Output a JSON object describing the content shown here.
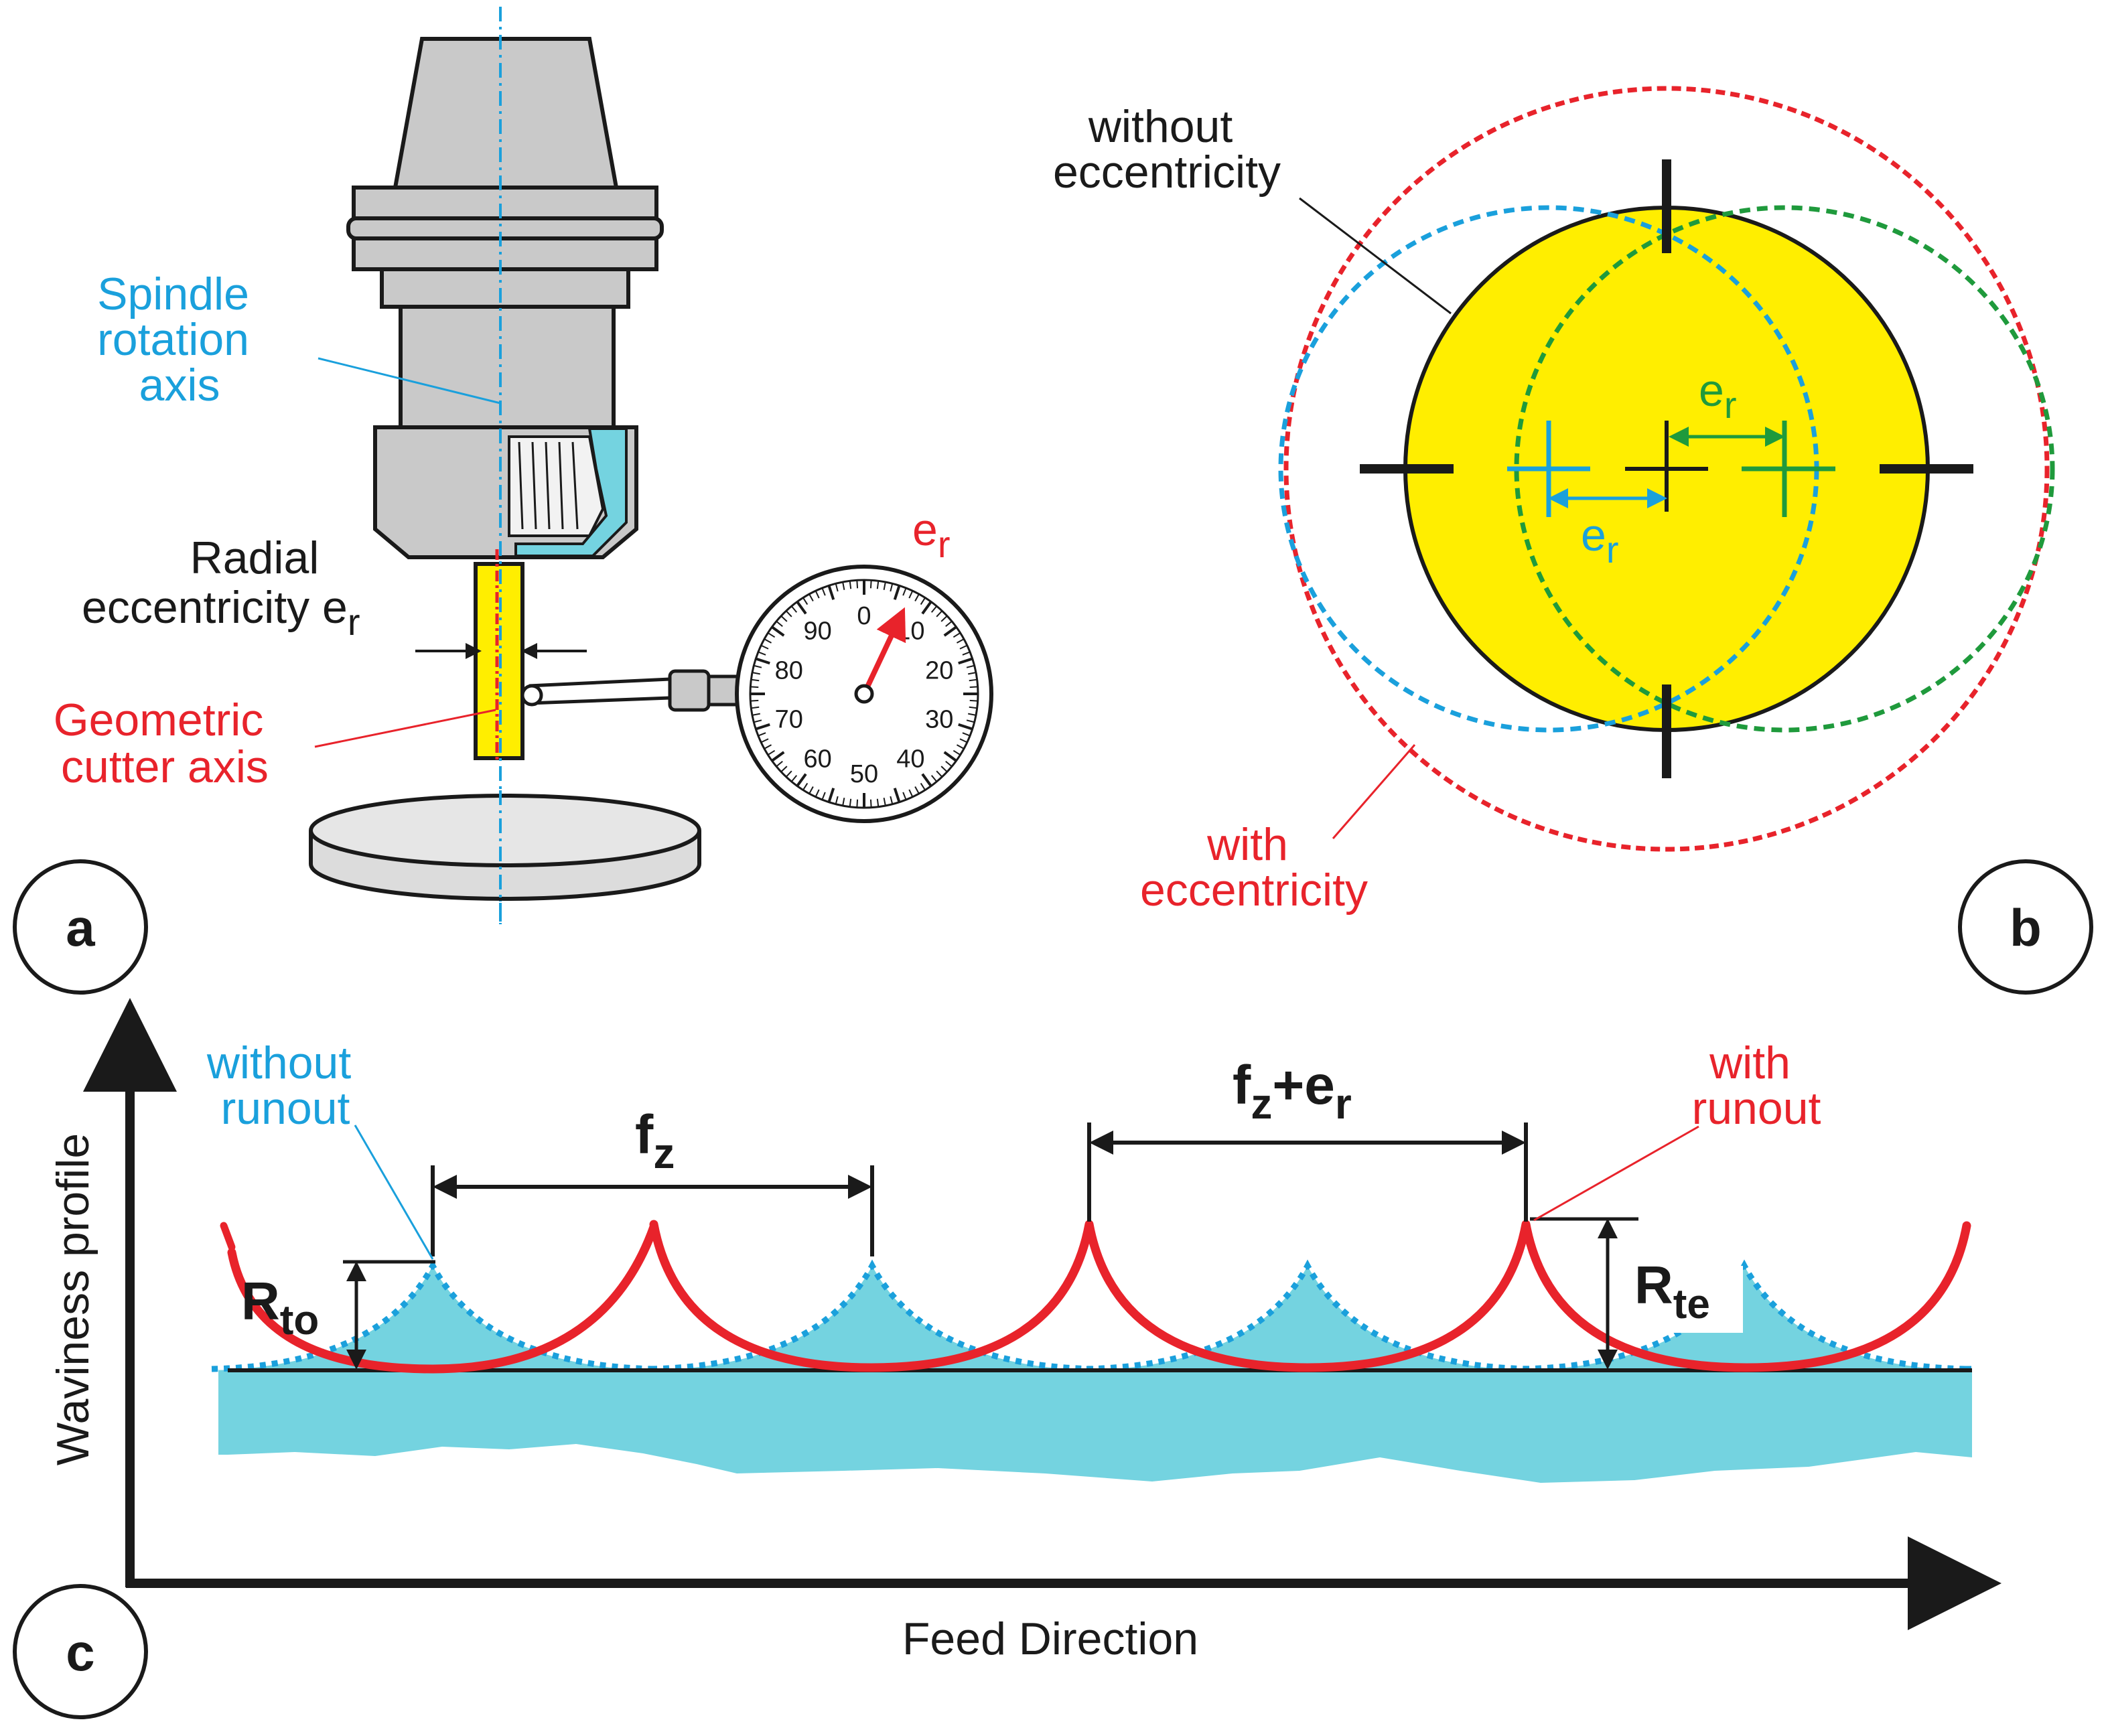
{
  "colors": {
    "blue": "#1aa0dc",
    "red": "#e8232b",
    "green": "#1f9a3c",
    "yellow": "#ffee00",
    "gray": "#c9c9c9",
    "teal": "#74d3e0",
    "black": "#1a1a1a"
  },
  "panel_a": {
    "badge": "a",
    "spindle_label": [
      "Spindle",
      "rotation",
      "axis"
    ],
    "radial_label_line1": "Radial",
    "radial_label_line2": "eccentricity e",
    "radial_label_sub": "r",
    "geometric_label": [
      "Geometric",
      "cutter axis"
    ],
    "dial_er_main": "e",
    "dial_er_sub": "r",
    "dial_numbers": [
      "0",
      "10",
      "20",
      "30",
      "40",
      "50",
      "60",
      "70",
      "80",
      "90"
    ],
    "dial_pointer_value": 7
  },
  "panel_b": {
    "badge": "b",
    "without_label": [
      "without",
      "eccentricity"
    ],
    "with_label": [
      "with",
      "eccentricity"
    ],
    "er_green_main": "e",
    "er_green_sub": "r",
    "er_blue_main": "e",
    "er_blue_sub": "r"
  },
  "panel_c": {
    "badge": "c",
    "y_axis_label": "Waviness profile",
    "x_axis_label": "Feed Direction",
    "without_label": [
      "without",
      "runout"
    ],
    "with_label": [
      "with",
      "runout"
    ],
    "fz_main": "f",
    "fz_sub": "z",
    "fzer_main": "f",
    "fzer_sub1": "z",
    "fzer_plus": "+e",
    "fzer_sub2": "r",
    "rto_main": "R",
    "rto_sub": "to",
    "rte_main": "R",
    "rte_sub": "te"
  }
}
